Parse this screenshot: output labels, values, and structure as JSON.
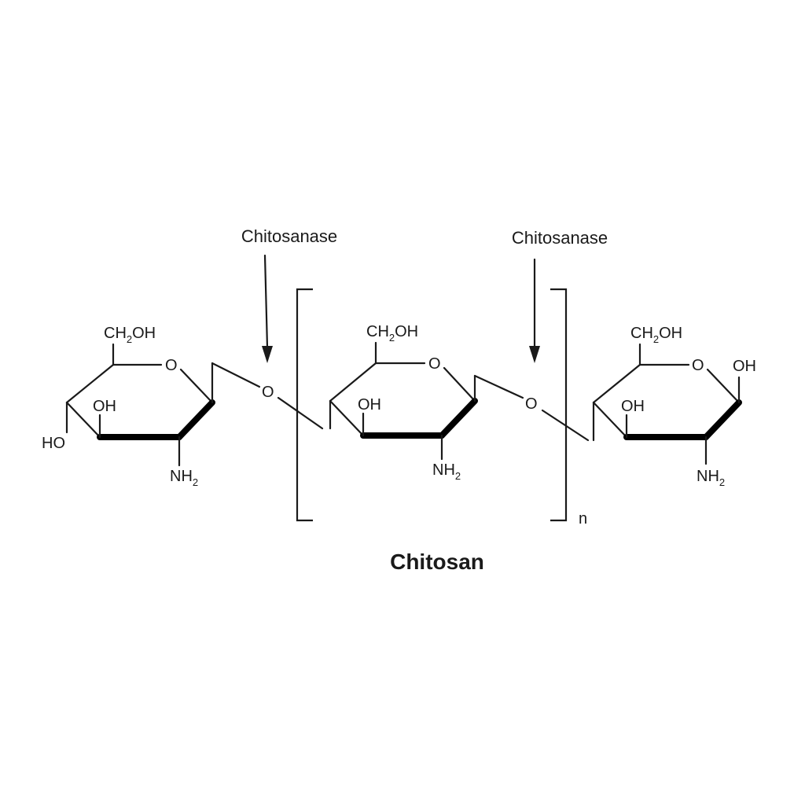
{
  "enzyme_labels": [
    "Chitosanase",
    "Chitosanase"
  ],
  "repeat_subscript": "n",
  "title": "Chitosan",
  "units": [
    {
      "ch2oh": "CH2OH",
      "ch2oh_parts": [
        "CH",
        "2",
        "OH"
      ],
      "ring_o": "O",
      "oh_ring": "OH",
      "left_sub": "HO",
      "nh2_parts": [
        "NH",
        "2"
      ]
    },
    {
      "ch2oh_parts": [
        "CH",
        "2",
        "OH"
      ],
      "ring_o": "O",
      "oh_ring": "OH",
      "nh2_parts": [
        "NH",
        "2"
      ]
    },
    {
      "ch2oh_parts": [
        "CH",
        "2",
        "OH"
      ],
      "ring_o": "O",
      "oh_ring": "OH",
      "anomeric_oh": "OH",
      "nh2_parts": [
        "NH",
        "2"
      ]
    }
  ],
  "glycosidic_o": [
    "O",
    "O"
  ]
}
